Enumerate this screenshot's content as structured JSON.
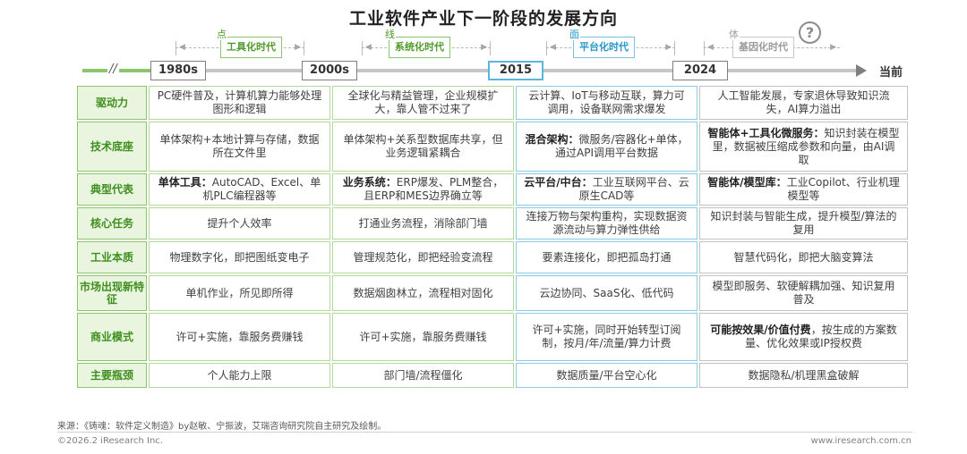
{
  "title": "工业软件产业下一阶段的发展方向",
  "stages": [
    {
      "char": "点",
      "label": "工具化时代",
      "color": "#4e9a29"
    },
    {
      "char": "线",
      "label": "系统化时代",
      "color": "#4e9a29"
    },
    {
      "char": "面",
      "label": "平台化时代",
      "color": "#2696c8"
    },
    {
      "char": "体",
      "label": "基因化时代",
      "color": "#9a9a9a"
    }
  ],
  "timeline": {
    "start_mark": "//",
    "years": [
      "1980s",
      "2000s",
      "2015",
      "2024"
    ],
    "end_label": "当前",
    "question_icon": "question-circle-icon"
  },
  "rows": [
    {
      "label": "驱动力",
      "cells": [
        {
          "text": "PC硬件普及，计算机算力能够处理图形和逻辑"
        },
        {
          "text": "全球化与精益管理，企业规模扩大，靠人管不过来了"
        },
        {
          "text": "云计算、IoT与移动互联，算力可调用，设备联网需求爆发"
        },
        {
          "text": "人工智能发展，专家退休导致知识流失，AI算力溢出"
        }
      ]
    },
    {
      "label": "技术底座",
      "cells": [
        {
          "text": "单体架构+本地计算与存储，数据所在文件里"
        },
        {
          "text": "单体架构+关系型数据库共享，但业务逻辑紧耦合"
        },
        {
          "bold": "混合架构：",
          "text": "微服务/容器化+单体，通过API调用平台数据"
        },
        {
          "bold": "智能体+工具化微服务：",
          "text": "知识封装在模型里，数据被压缩成参数和向量，由AI调取"
        }
      ]
    },
    {
      "label": "典型代表",
      "cells": [
        {
          "bold": "单体工具：",
          "text": "AutoCAD、Excel、单机PLC编程器等"
        },
        {
          "bold": "业务系统：",
          "text": "ERP爆发、PLM整合，且ERP和MES边界确立等"
        },
        {
          "bold": "云平台/中台：",
          "text": "工业互联网平台、云原生CAD等"
        },
        {
          "bold": "智能体/模型库：",
          "text": "工业Copilot、行业机理模型等"
        }
      ]
    },
    {
      "label": "核心任务",
      "cells": [
        {
          "text": "提升个人效率"
        },
        {
          "text": "打通业务流程，消除部门墙"
        },
        {
          "text": "连接万物与架构重构，实现数据资源流动与算力弹性供给"
        },
        {
          "text": "知识封装与智能生成，提升模型/算法的复用"
        }
      ]
    },
    {
      "label": "工业本质",
      "cells": [
        {
          "text": "物理数字化，即把图纸变电子"
        },
        {
          "text": "管理规范化，即把经验变流程"
        },
        {
          "text": "要素连接化，即把孤岛打通"
        },
        {
          "text": "智慧代码化，即把大脑变算法"
        }
      ]
    },
    {
      "label": "市场出现新特征",
      "cells": [
        {
          "text": "单机作业，所见即所得"
        },
        {
          "text": "数据烟囱林立，流程相对固化"
        },
        {
          "text": "云边协同、SaaS化、低代码"
        },
        {
          "text": "模型即服务、软硬解耦加强、知识复用普及"
        }
      ]
    },
    {
      "label": "商业模式",
      "cells": [
        {
          "text": "许可+实施，靠服务费赚钱"
        },
        {
          "text": "许可+实施，靠服务费赚钱"
        },
        {
          "text": "许可+实施，同时开始转型订阅制，按月/年/流量/算力计费"
        },
        {
          "bold": "可能按效果/价值付费",
          "text": "，按生成的方案数量、优化效果或IP授权费"
        }
      ]
    },
    {
      "label": "主要瓶颈",
      "cells": [
        {
          "text": "个人能力上限"
        },
        {
          "text": "部门墙/流程僵化"
        },
        {
          "text": "数据质量/平台空心化"
        },
        {
          "text": "数据隐私/机理黑盒破解"
        }
      ]
    }
  ],
  "footer": {
    "source": "来源：《铸魂：软件定义制造》by赵敏、宁振波，艾瑞咨询研究院自主研究及绘制。",
    "copyright": "©2026.2 iResearch Inc.",
    "website": "www.iresearch.com.cn"
  },
  "colors": {
    "green": "#8dc66a",
    "green_text": "#3f8f1e",
    "blue": "#5bb6df",
    "gray": "#c6c6c6"
  }
}
